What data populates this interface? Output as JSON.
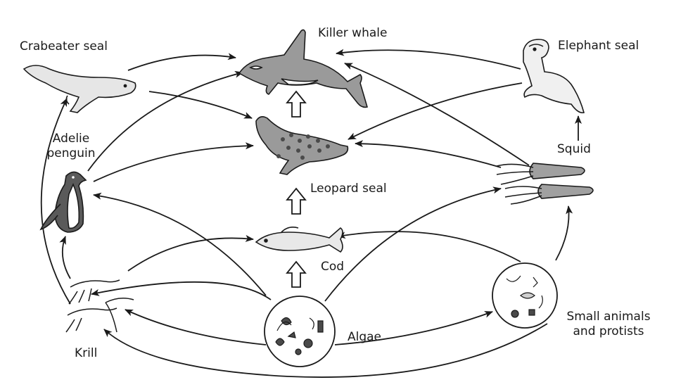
{
  "title": "Antarctic food web",
  "organisms": {
    "crabeater_seal": "Crabeater seal",
    "killer_whale": "Killer whale",
    "elephant_seal": "Elephant seal",
    "adelie_penguin_line1": "Adelie",
    "adelie_penguin_line2": "penguin",
    "squid": "Squid",
    "leopard_seal": "Leopard seal",
    "cod": "Cod",
    "krill": "Krill",
    "algae": "Algae",
    "small_animals_line1": "Small animals",
    "small_animals_line2": "and protists"
  },
  "feeding_relations": [
    {
      "from": "Crabeater seal",
      "to": "Killer whale"
    },
    {
      "from": "Crabeater seal",
      "to": "Leopard seal"
    },
    {
      "from": "Elephant seal",
      "to": "Killer whale"
    },
    {
      "from": "Elephant seal",
      "to": "Leopard seal"
    },
    {
      "from": "Adelie penguin",
      "to": "Killer whale"
    },
    {
      "from": "Adelie penguin",
      "to": "Leopard seal"
    },
    {
      "from": "Leopard seal",
      "to": "Killer whale"
    },
    {
      "from": "Squid",
      "to": "Killer whale"
    },
    {
      "from": "Squid",
      "to": "Leopard seal"
    },
    {
      "from": "Squid",
      "to": "Elephant seal"
    },
    {
      "from": "Cod",
      "to": "Leopard seal"
    },
    {
      "from": "Krill",
      "to": "Crabeater seal"
    },
    {
      "from": "Krill",
      "to": "Adelie penguin"
    },
    {
      "from": "Krill",
      "to": "Cod"
    },
    {
      "from": "Algae",
      "to": "Cod"
    },
    {
      "from": "Algae",
      "to": "Krill"
    },
    {
      "from": "Algae",
      "to": "Adelie penguin"
    },
    {
      "from": "Algae",
      "to": "Squid"
    },
    {
      "from": "Algae",
      "to": "Small animals and protists"
    },
    {
      "from": "Small animals and protists",
      "to": "Cod"
    },
    {
      "from": "Small animals and protists",
      "to": "Squid"
    },
    {
      "from": "Small animals and protists",
      "to": "Krill"
    }
  ]
}
